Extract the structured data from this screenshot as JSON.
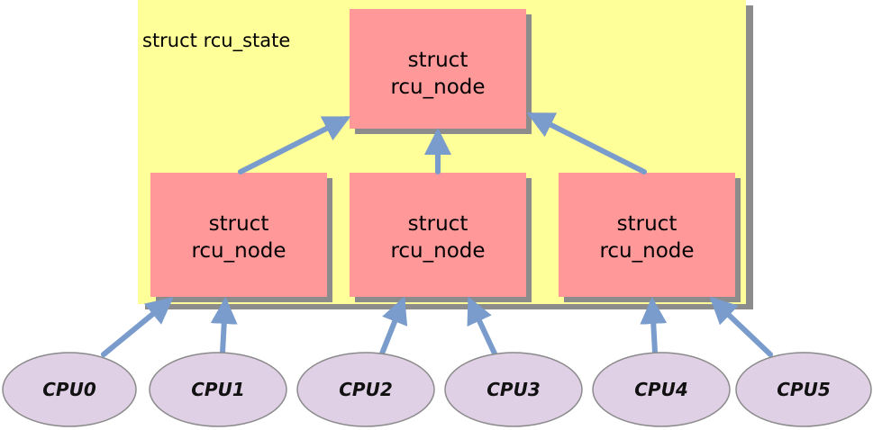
{
  "container": {
    "label": "struct rcu_state",
    "fill": "#ffff99"
  },
  "node_style": {
    "fill": "#ff9999",
    "shadow": "#8c8c8c"
  },
  "cpu_style": {
    "fill": "#e0d0e6",
    "stroke": "#8a8a8a"
  },
  "arrow_color": "#7a9ccc",
  "root_node": {
    "line1": "struct",
    "line2": "rcu_node"
  },
  "leaf_nodes": [
    {
      "line1": "struct",
      "line2": "rcu_node"
    },
    {
      "line1": "struct",
      "line2": "rcu_node"
    },
    {
      "line1": "struct",
      "line2": "rcu_node"
    }
  ],
  "cpus": [
    {
      "label": "CPU0"
    },
    {
      "label": "CPU1"
    },
    {
      "label": "CPU2"
    },
    {
      "label": "CPU3"
    },
    {
      "label": "CPU4"
    },
    {
      "label": "CPU5"
    }
  ]
}
